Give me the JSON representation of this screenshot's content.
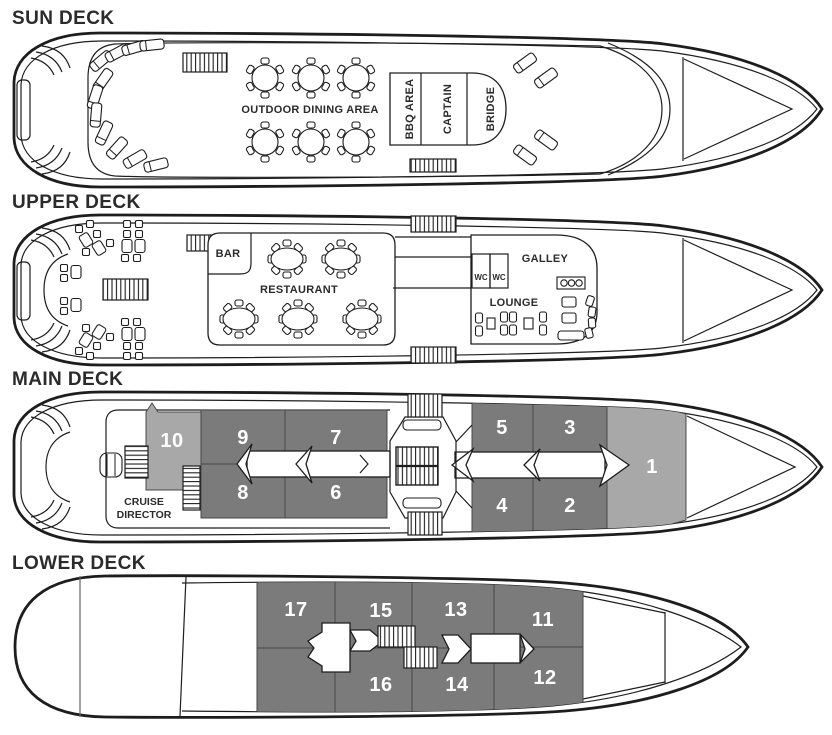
{
  "colors": {
    "cabin_dark": "#7b7b7b",
    "cabin_light": "#a8a8a8",
    "outline": "#1d1d1d",
    "number_text": "#ffffff"
  },
  "decks": {
    "sun": {
      "title": "SUN DECK",
      "labels": {
        "outdoor_dining": "OUTDOOR DINING AREA",
        "bbq": "BBQ AREA",
        "captain": "CAPTAIN",
        "bridge": "BRIDGE"
      }
    },
    "upper": {
      "title": "UPPER DECK",
      "labels": {
        "bar": "BAR",
        "restaurant": "RESTAURANT",
        "wc_left": "WC",
        "wc_right": "WC",
        "galley": "GALLEY",
        "lounge": "LOUNGE"
      }
    },
    "main": {
      "title": "MAIN DECK",
      "labels": {
        "cruise_director_line1": "CRUISE",
        "cruise_director_line2": "DIRECTOR"
      },
      "cabins": {
        "c10": "10",
        "c9": "9",
        "c7": "7",
        "c8": "8",
        "c6": "6",
        "c5": "5",
        "c3": "3",
        "c4": "4",
        "c2": "2",
        "c1": "1"
      }
    },
    "lower": {
      "title": "LOWER DECK",
      "cabins": {
        "c17": "17",
        "c15": "15",
        "c13": "13",
        "c11": "11",
        "c16": "16",
        "c14": "14",
        "c12": "12"
      }
    }
  }
}
